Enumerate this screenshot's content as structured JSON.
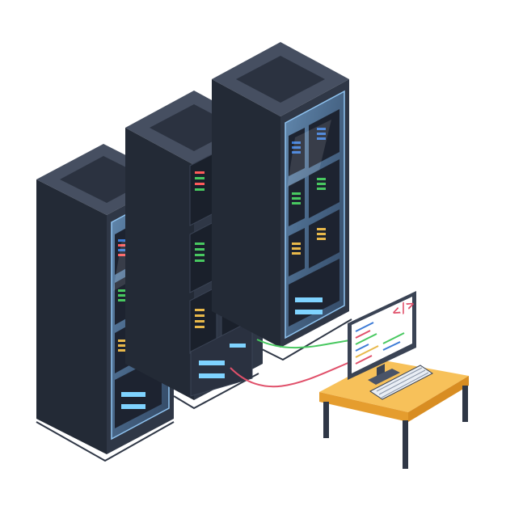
{
  "scene": {
    "subject": "isometric-server-room",
    "racks": [
      {
        "id": "left-rack",
        "style": "glass-door",
        "led_colors": [
          "#3c7bd6",
          "#ff5a5a",
          "#48c860",
          "#e8b84a"
        ]
      },
      {
        "id": "middle-rack",
        "style": "open",
        "led_colors": [
          "#ff5a5a",
          "#48c860",
          "#e8b84a",
          "#7fd3ff"
        ]
      },
      {
        "id": "right-rack",
        "style": "glass-door",
        "led_colors": [
          "#3c7bd6",
          "#48c860",
          "#e8b84a"
        ]
      }
    ],
    "workstation": {
      "monitor_icon": "code-brackets-icon",
      "monitor_glyph": "</>",
      "keyboard": true
    },
    "cables": {
      "colors": [
        "#48c860",
        "#e0506a"
      ]
    },
    "colors": {
      "rack_dark": "#2f3746",
      "rack_top": "#464f61",
      "rack_side": "#232a36",
      "glass": "#6fa8dc",
      "desk_top": "#f7c15a",
      "desk_edge": "#e59d2e",
      "screen": "#ffffff",
      "monitor_frame": "#3a4354"
    }
  }
}
